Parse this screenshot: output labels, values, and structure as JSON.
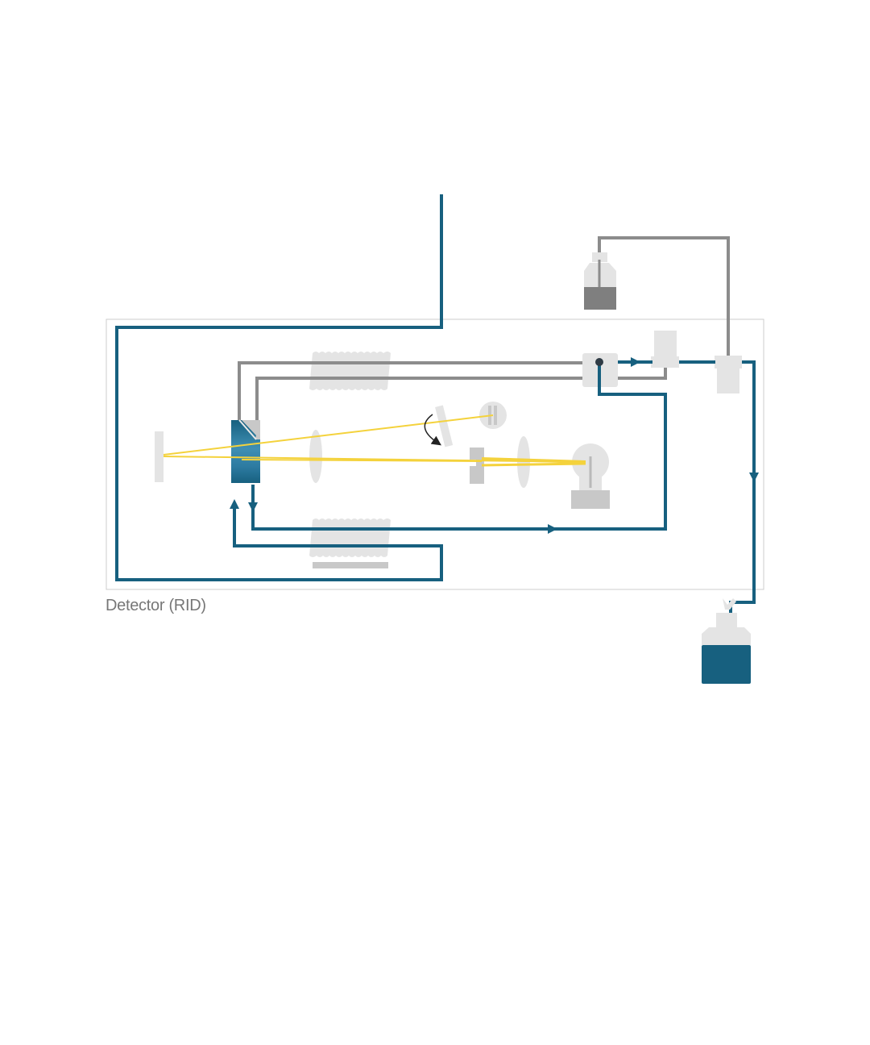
{
  "detector": {
    "label": "Detector (RID)"
  },
  "colors": {
    "flow_blue": "#17607f",
    "waste_gray": "#8c8c8c",
    "component_light": "#e4e4e4",
    "component_mid": "#c8c8c8",
    "light_beam": "#f4d23c",
    "box_border": "#cccccc",
    "caption": "#777777"
  },
  "components": [
    "inlet-tube",
    "flow-cell",
    "heat-exchanger-top",
    "heat-exchanger-bottom",
    "purge-valve",
    "recycle-valve",
    "solvent-bottle",
    "waste-bottle",
    "lamp",
    "slit",
    "collimator-lens",
    "zero-glass",
    "beam-splitter-mirror",
    "photodiodes",
    "rotation-arrow-icon",
    "arrow-icon"
  ]
}
